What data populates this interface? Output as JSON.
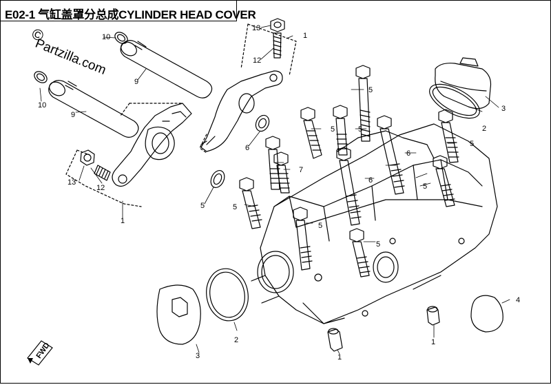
{
  "title": "E02-1 气缸盖罩分总成CYLINDER HEAD COVER",
  "watermark": {
    "copyright_symbol": "©",
    "site": "Partzilla.com"
  },
  "fwd_label": "FWD",
  "callouts": [
    {
      "id": "c13a",
      "label": "13"
    },
    {
      "id": "c1a",
      "label": "1"
    },
    {
      "id": "c12a",
      "label": "12"
    },
    {
      "id": "c10a",
      "label": "10"
    },
    {
      "id": "c9a",
      "label": "9"
    },
    {
      "id": "c10b",
      "label": "10"
    },
    {
      "id": "c9b",
      "label": "9"
    },
    {
      "id": "c6a",
      "label": "6"
    },
    {
      "id": "c13b",
      "label": "13"
    },
    {
      "id": "c12b",
      "label": "12"
    },
    {
      "id": "c1b",
      "label": "1"
    },
    {
      "id": "c5a",
      "label": "5"
    },
    {
      "id": "c5b",
      "label": "5"
    },
    {
      "id": "c5c",
      "label": "5"
    },
    {
      "id": "c5d",
      "label": "5"
    },
    {
      "id": "c5e",
      "label": "5"
    },
    {
      "id": "c5f",
      "label": "5"
    },
    {
      "id": "c5g",
      "label": "5"
    },
    {
      "id": "c5h",
      "label": "5"
    },
    {
      "id": "c5i",
      "label": "5"
    },
    {
      "id": "c6b",
      "label": "6"
    },
    {
      "id": "c6c",
      "label": "6"
    },
    {
      "id": "c7",
      "label": "7"
    },
    {
      "id": "c3a",
      "label": "3"
    },
    {
      "id": "c2a",
      "label": "2"
    },
    {
      "id": "c4",
      "label": "4"
    },
    {
      "id": "c3b",
      "label": "3"
    },
    {
      "id": "c2b",
      "label": "2"
    },
    {
      "id": "c1c",
      "label": "1"
    },
    {
      "id": "c1d",
      "label": "1"
    }
  ]
}
